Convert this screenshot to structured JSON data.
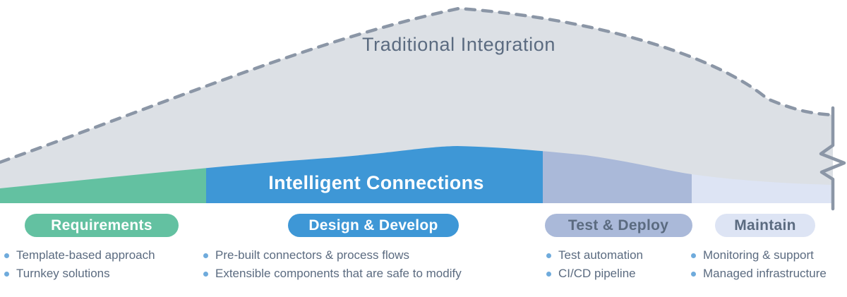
{
  "diagram": {
    "traditional_label": "Traditional Integration",
    "intelligent_label": "Intelligent Connections",
    "colors": {
      "gray_fill": "#dce0e5",
      "dash_gray": "#8b96a6",
      "slate_text": "#5b6b80",
      "bullet_dot": "#6fabdc",
      "white": "#ffffff"
    },
    "phases": [
      {
        "label": "Requirements",
        "color": "#63c1a1",
        "label_color": "#ffffff",
        "bullets": [
          "Template-based approach",
          "Turnkey solutions"
        ]
      },
      {
        "label": "Design & Develop",
        "color": "#3e97d6",
        "label_color": "#ffffff",
        "bullets": [
          "Pre-built connectors & process flows",
          "Extensible components that are safe to modify"
        ]
      },
      {
        "label": "Test & Deploy",
        "color": "#aab9d9",
        "label_color": "#5b6b80",
        "bullets": [
          "Test automation",
          "CI/CD pipeline"
        ]
      },
      {
        "label": "Maintain",
        "color": "#dde4f4",
        "label_color": "#5b6b80",
        "bullets": [
          "Monitoring & support",
          "Managed infrastructure"
        ]
      }
    ]
  }
}
